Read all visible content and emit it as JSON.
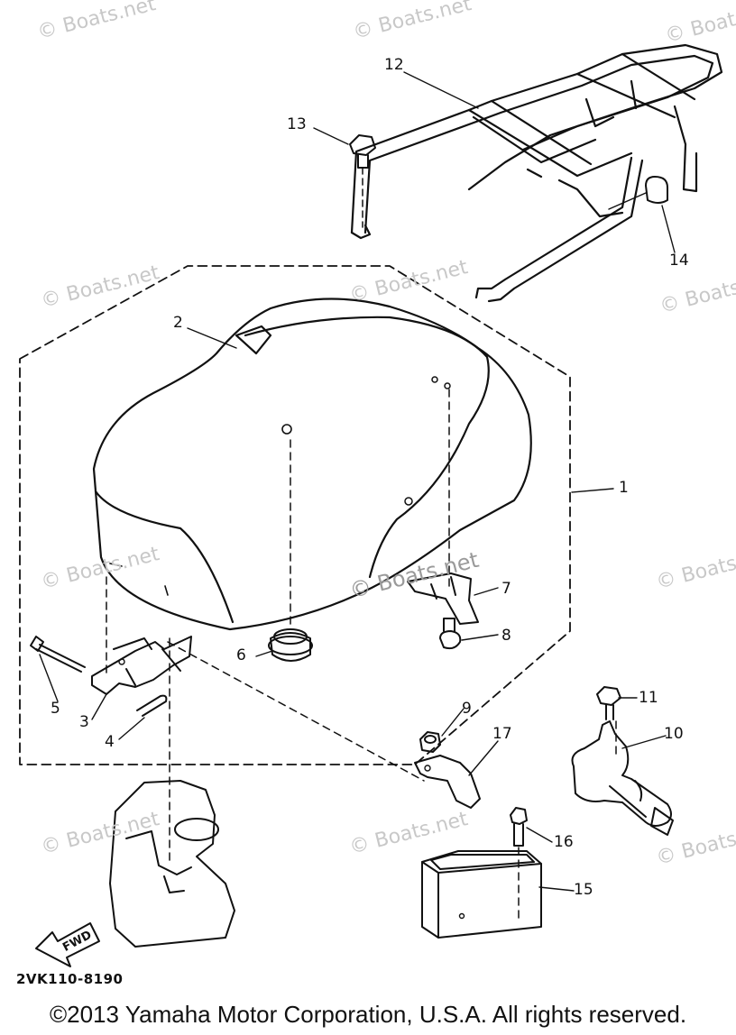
{
  "watermark": "© Boats.net",
  "callouts": [
    "1",
    "2",
    "3",
    "4",
    "5",
    "6",
    "7",
    "8",
    "9",
    "10",
    "11",
    "12",
    "13",
    "14",
    "15",
    "16",
    "17"
  ],
  "arrow_label": "FWD",
  "diagram_code": "2VK110-8190",
  "copyright": "©2013 Yamaha Motor Corporation, U.S.A. All rights reserved."
}
